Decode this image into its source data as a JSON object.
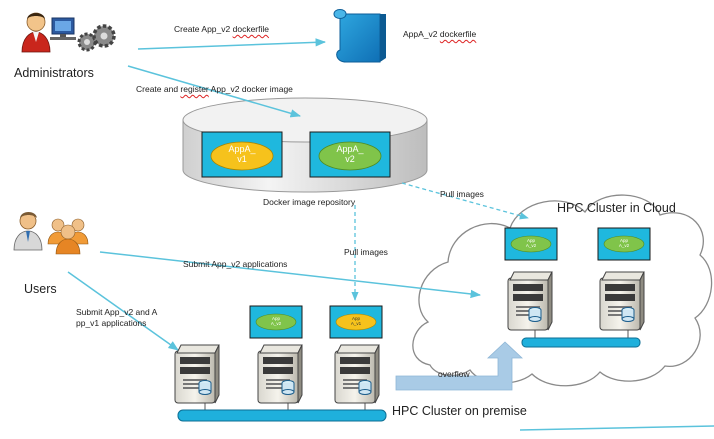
{
  "actors": {
    "administrators": "Administrators",
    "users": "Users"
  },
  "arrows": {
    "create_dockerfile_prefix": "Create ",
    "create_dockerfile_app": "App_v2",
    "create_dockerfile_mid": " ",
    "create_dockerfile_word": "dockerfile",
    "register_prefix": "Create  and ",
    "register_word": "register",
    "register_mid": " ",
    "register_app": "App_v2",
    "register_suffix": " docker image",
    "pull_images_cloud": "Pull images",
    "pull_images_premise": "Pull images",
    "submit_v2": "Submit  App_v2 applications",
    "submit_both_line1": "Submit  App_v2 and A",
    "submit_both_line2": "pp_v1 applications",
    "overflow": "overflow"
  },
  "dockerfile": {
    "label_prefix": "AppA_v2 ",
    "label_word": "dockerfile"
  },
  "repository": {
    "label": "Docker image repository",
    "images": [
      {
        "line1": "AppA_",
        "line2": "v1"
      },
      {
        "line1": "AppA_",
        "line2": "v2"
      }
    ]
  },
  "clusters": {
    "cloud": "HPC Cluster in Cloud",
    "premise": "HPC Cluster on premise",
    "chip_text_v2": [
      "App",
      "A_v2"
    ],
    "chip_text_v1": [
      "App",
      "A_v1"
    ]
  },
  "colors": {
    "arrow": "#5bc3dc",
    "cyan_box": "#1fb8de",
    "yellow_oval": "#f6c21c",
    "green_oval": "#80c44a",
    "bus": "#1fb0dc",
    "overflow_arrow": "#a9cbe6"
  }
}
